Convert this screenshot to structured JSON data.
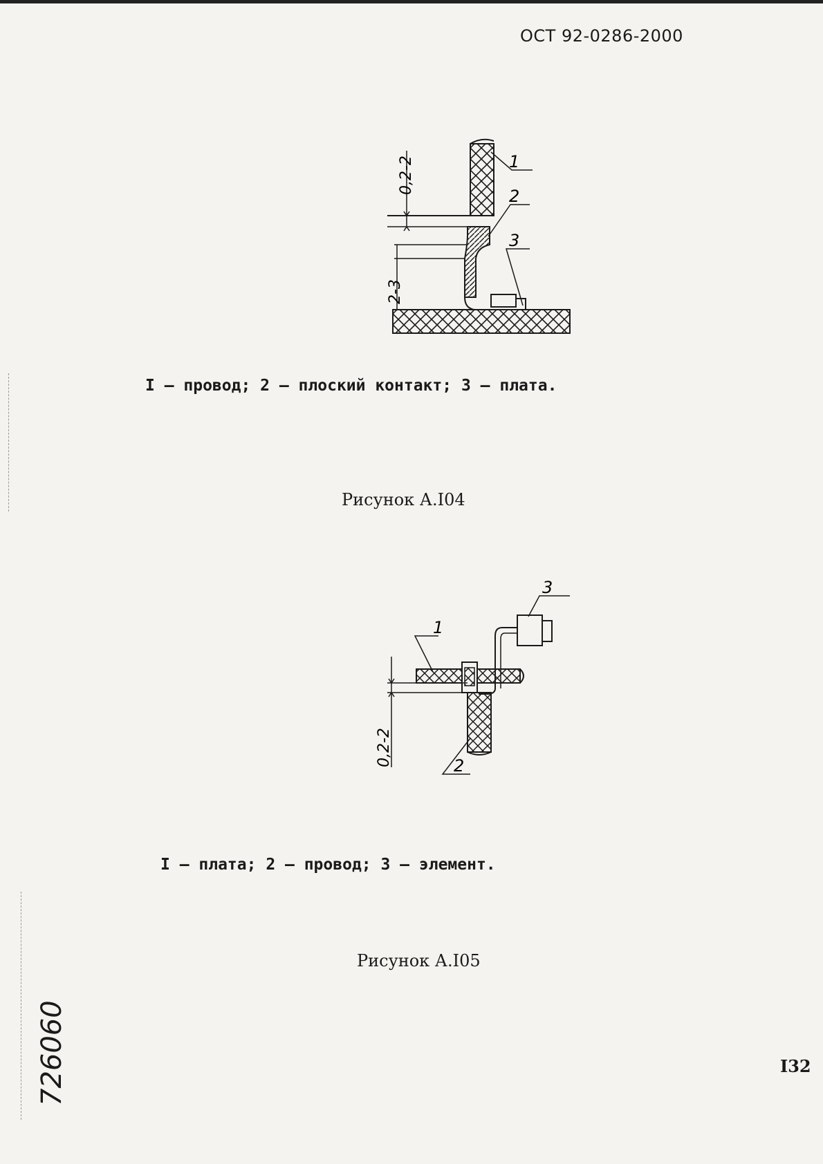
{
  "header": {
    "document_code": "ОСТ 92-0286-2000"
  },
  "figure_104": {
    "callouts": [
      "1",
      "2",
      "3"
    ],
    "dimensions": [
      "0,2-2",
      "2-3"
    ],
    "caption": "I – провод; 2 – плоский контакт; 3 – плата.",
    "title": "Рисунок А.I04"
  },
  "figure_105": {
    "callouts": [
      "1",
      "2",
      "3"
    ],
    "dimensions": [
      "0,2-2"
    ],
    "caption": "I – плата; 2 – провод; 3 – элемент.",
    "title": "Рисунок А.I05"
  },
  "footer": {
    "page_number": "I32",
    "inventory_number": "726060"
  }
}
